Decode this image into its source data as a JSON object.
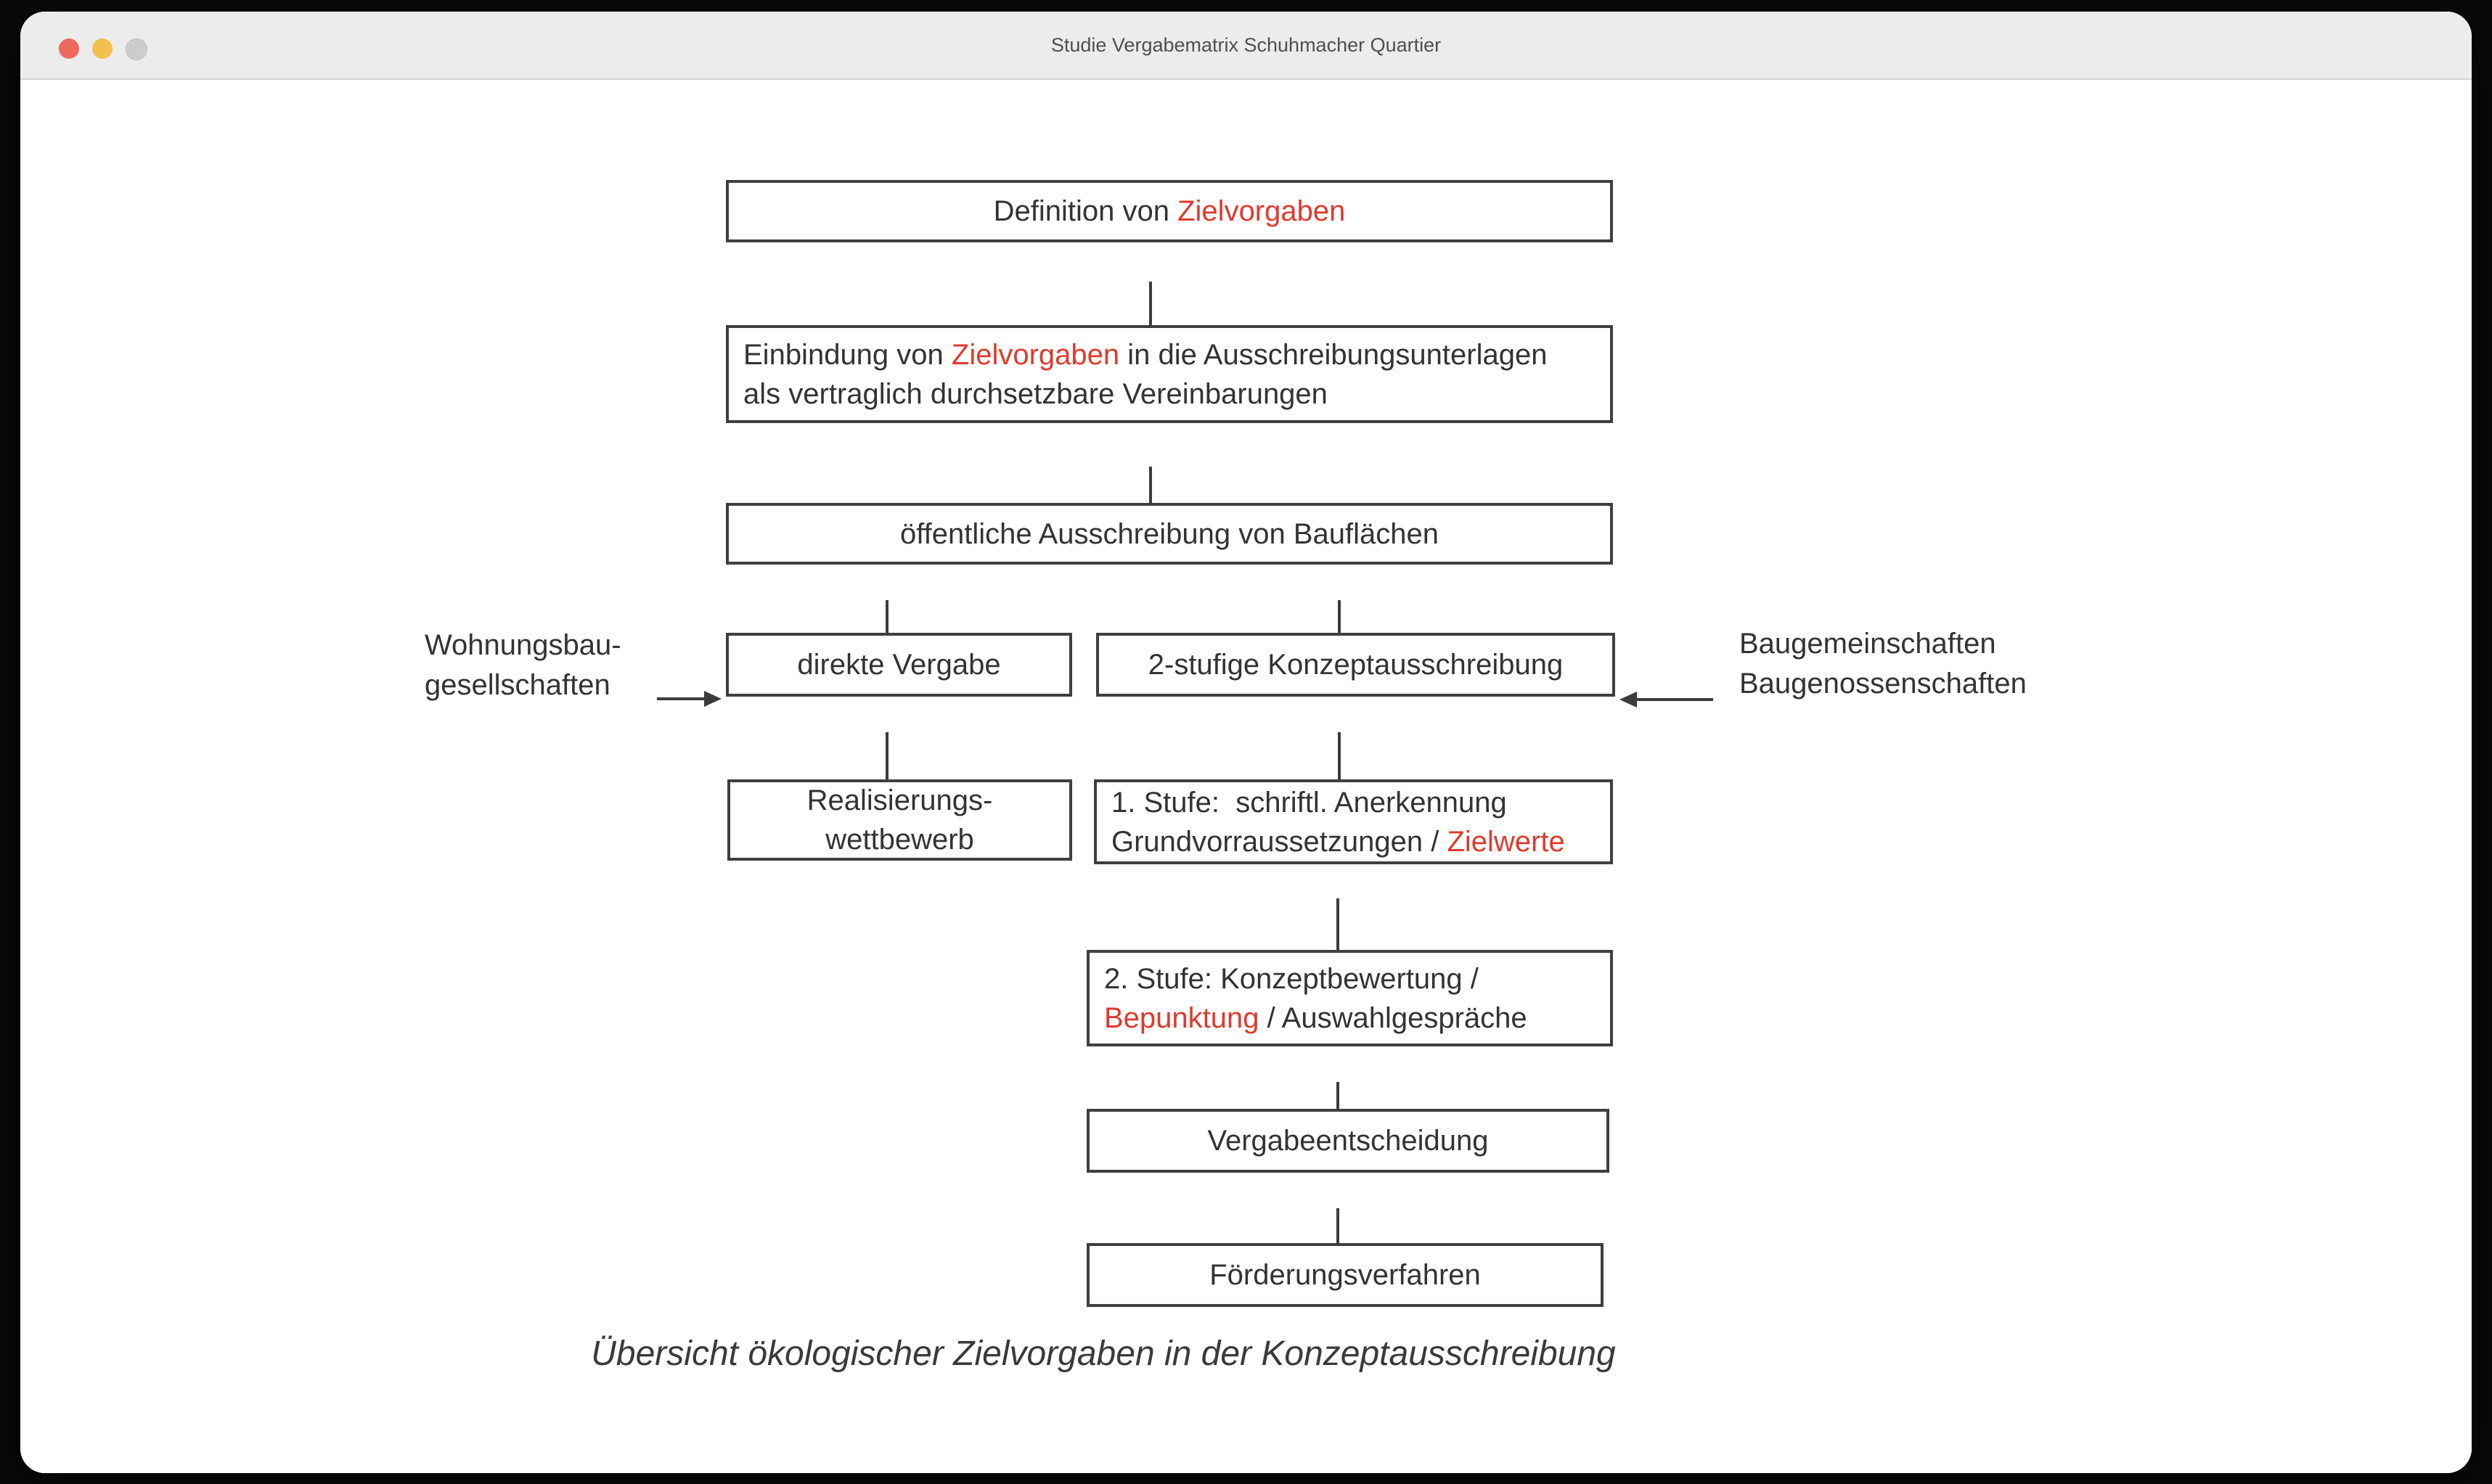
{
  "window": {
    "title": "Studie Vergabematrix Schuhmacher Quartier",
    "controls": [
      "close-button",
      "minimize-button",
      "zoom-button"
    ]
  },
  "colors": {
    "highlight_red": "#df3a2d",
    "box_border": "#3f3f3f",
    "text": "#333333",
    "titlebar_bg": "#ececea",
    "traffic_close": "#ee6a5f",
    "traffic_minimize": "#f5bf4f",
    "traffic_zoom_inactive": "#cdcdcb"
  },
  "flow": {
    "box_definition": {
      "pre": "Definition von ",
      "highlight": "Zielvorgaben"
    },
    "box_einbindung": {
      "line1_pre": "Einbindung von ",
      "line1_highlight": "Zielvorgaben",
      "line1_post": " in die Ausschreibungsunterlagen",
      "line2": "als vertraglich durchsetzbare Vereinbarungen"
    },
    "box_ausschreibung": {
      "label": "öffentliche Ausschreibung von Bauflächen"
    },
    "box_direkte_vergabe": {
      "label": "direkte Vergabe"
    },
    "box_konzeptausschreibung": {
      "label": "2-stufige Konzeptausschreibung"
    },
    "box_realisierungswettbewerb": {
      "line1": "Realisierungs-",
      "line2": "wettbewerb"
    },
    "box_stufe1": {
      "line1": "1. Stufe:  schriftl. Anerkennung",
      "line2_pre": "Grundvorraussetzungen / ",
      "line2_highlight": "Zielwerte"
    },
    "box_stufe2": {
      "line1": "2. Stufe: Konzeptbewertung /",
      "line2_highlight": "Bepunktung",
      "line2_post": " / Auswahlgespräche"
    },
    "box_vergabeentscheidung": {
      "label": "Vergabeentscheidung"
    },
    "box_foerderungsverfahren": {
      "label": "Förderungsverfahren"
    },
    "label_wohnungsbau": {
      "line1": "Wohnungsbau-",
      "line2": "gesellschaften"
    },
    "label_baugemeinschaften": {
      "line1": "Baugemeinschaften",
      "line2": "Baugenossenschaften"
    }
  },
  "caption": "Übersicht ökologischer Zielvorgaben in der Konzeptausschreibung"
}
